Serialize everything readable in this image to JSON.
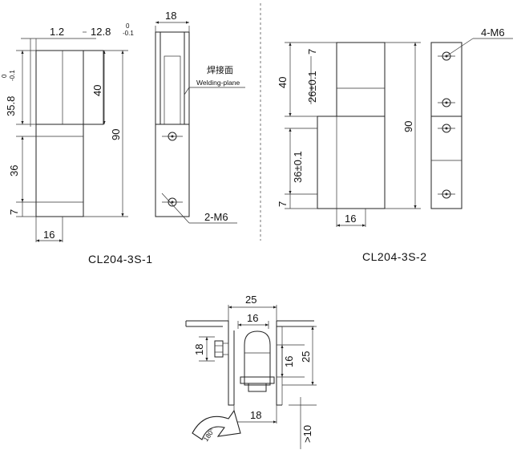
{
  "views": {
    "left": {
      "caption": "CL204-3S-1",
      "dims": {
        "top_thickness": "1.2",
        "width_main": "12.8",
        "width_tol_upper": "0",
        "width_tol_lower": "-0.1",
        "side_width": "18",
        "height_upper": "35.8",
        "height_upper_tol_upper": "0",
        "height_upper_tol_lower": "-0.1",
        "height_40": "40",
        "height_90": "90",
        "height_36": "36",
        "height_7": "7",
        "bottom_16": "16"
      },
      "welding_cn": "焊接面",
      "welding_en": "Welding-plane",
      "holes": "2-M6"
    },
    "right": {
      "caption": "CL204-3S-2",
      "dims": {
        "height_40": "40",
        "height_26": "26±0.1",
        "height_17": "7",
        "height_90": "90",
        "height_36": "36±0.1",
        "height_7": "7",
        "bottom_16": "16"
      },
      "holes": "4-M6"
    },
    "bottom": {
      "dims": {
        "width_25": "25",
        "width_16": "16",
        "height_18": "18",
        "height_16": "16",
        "height_25": "25",
        "bottom_18": "18",
        "clearance": ">10"
      },
      "rotation": "180°"
    }
  }
}
